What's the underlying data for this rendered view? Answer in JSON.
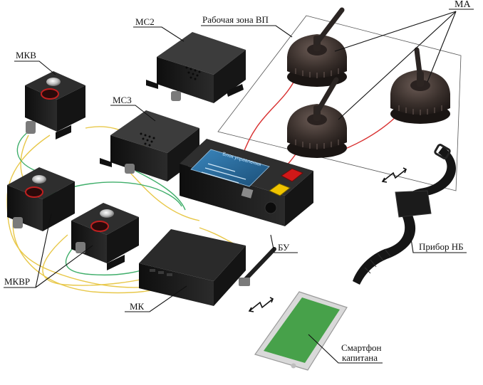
{
  "labels": {
    "ma": "МА",
    "work_zone": "Рабочая зона ВП",
    "mc2": "МС2",
    "mc3": "МС3",
    "mkv": "МКВ",
    "mkvr": "МКВР",
    "mk": "МК",
    "bu": "БУ",
    "nb_device": "Прибор НБ",
    "smartphone_line1": "Смартфон",
    "smartphone_line2": "капитана"
  },
  "control_unit": {
    "panel_title": "Блок управления"
  },
  "colors": {
    "device_body": "#1c1c1c",
    "wire_yellow": "#e8c84a",
    "wire_green": "#3fae6a",
    "wire_red": "#d83030",
    "screen_blue": "#2a6d9e",
    "button_red": "#d01818",
    "button_yellow": "#f0c400",
    "phone_screen": "#47a14a"
  }
}
